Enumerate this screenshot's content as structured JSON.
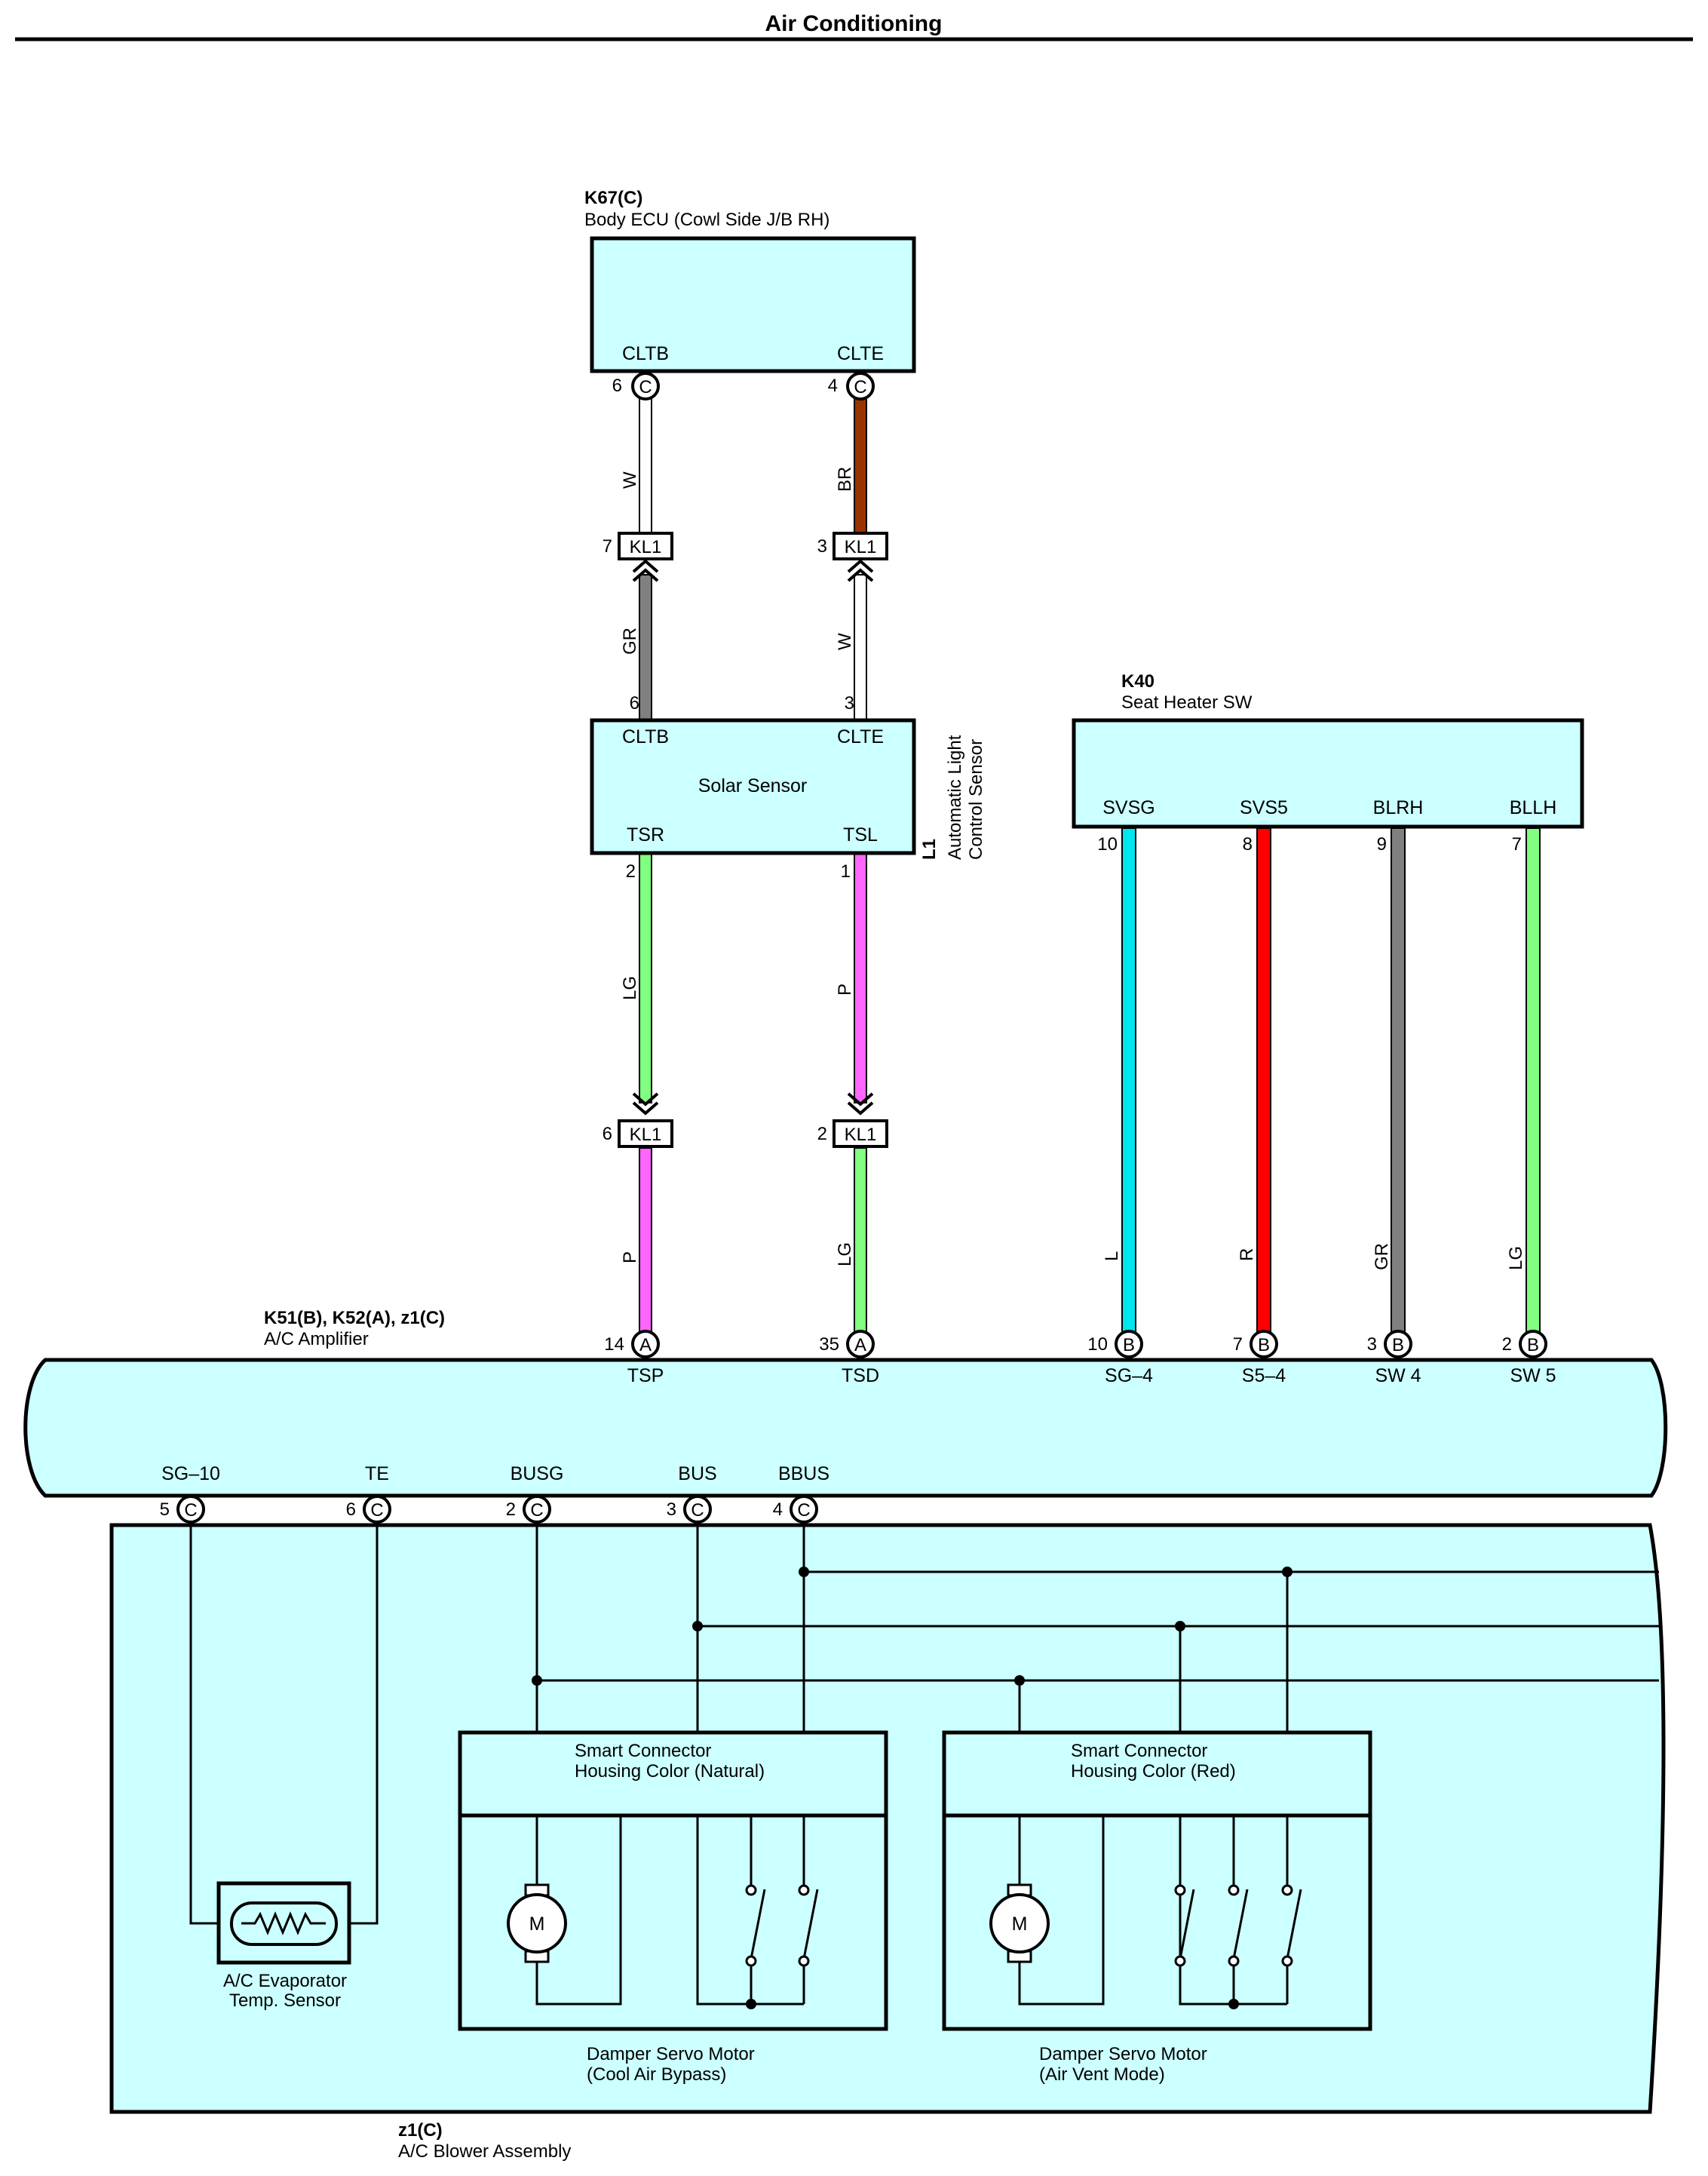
{
  "title": "Air Conditioning",
  "colors": {
    "W": "#ffffff",
    "BR": "#993300",
    "GR": "#808080",
    "LG": "#80ff80",
    "P": "#ff66ff",
    "L": "#00e5ee",
    "R": "#ff0000",
    "box_fill": "#ccffff"
  },
  "body_ecu": {
    "ref": "K67(C)",
    "name": "Body ECU (Cowl Side J/B RH)",
    "terminals": [
      {
        "label": "CLTB",
        "pin": "6",
        "conn": "C"
      },
      {
        "label": "CLTE",
        "pin": "4",
        "conn": "C"
      }
    ]
  },
  "junction": {
    "upper": [
      {
        "pin": "7",
        "label": "KL1"
      },
      {
        "pin": "3",
        "label": "KL1"
      }
    ],
    "lower": [
      {
        "pin": "6",
        "label": "KL1"
      },
      {
        "pin": "2",
        "label": "KL1"
      }
    ]
  },
  "wires": {
    "ecu_to_kl1": [
      "W",
      "BR"
    ],
    "kl1_to_solar": [
      "GR",
      "W"
    ],
    "solar_to_kl1": [
      "LG",
      "P"
    ],
    "kl1_to_amp": [
      "P",
      "LG"
    ],
    "seat_to_amp": [
      "L",
      "R",
      "GR",
      "LG"
    ]
  },
  "solar_sensor": {
    "name": "Solar Sensor",
    "ref": "L1",
    "side_label": [
      "Automatic Light",
      "Control Sensor"
    ],
    "top_terminals": [
      {
        "label": "CLTB",
        "pin": "6"
      },
      {
        "label": "CLTE",
        "pin": "3"
      }
    ],
    "bottom_terminals": [
      {
        "label": "TSR",
        "pin": "2"
      },
      {
        "label": "TSL",
        "pin": "1"
      }
    ]
  },
  "seat_heater": {
    "ref": "K40",
    "name": "Seat Heater SW",
    "terminals": [
      {
        "label": "SVSG",
        "pin": "10"
      },
      {
        "label": "SVS5",
        "pin": "8"
      },
      {
        "label": "BLRH",
        "pin": "9"
      },
      {
        "label": "BLLH",
        "pin": "7"
      }
    ]
  },
  "ac_amplifier": {
    "ref": "K51(B), K52(A), z1(C)",
    "name": "A/C Amplifier",
    "top_terminals": [
      {
        "pin": "14",
        "conn": "A",
        "label": "TSP"
      },
      {
        "pin": "35",
        "conn": "A",
        "label": "TSD"
      },
      {
        "pin": "10",
        "conn": "B",
        "label": "SG–4"
      },
      {
        "pin": "7",
        "conn": "B",
        "label": "S5–4"
      },
      {
        "pin": "3",
        "conn": "B",
        "label": "SW 4"
      },
      {
        "pin": "2",
        "conn": "B",
        "label": "SW 5"
      }
    ],
    "bottom_terminals": [
      {
        "pin": "5",
        "conn": "C",
        "label": "SG–10"
      },
      {
        "pin": "6",
        "conn": "C",
        "label": "TE"
      },
      {
        "pin": "2",
        "conn": "C",
        "label": "BUSG"
      },
      {
        "pin": "3",
        "conn": "C",
        "label": "BUS"
      },
      {
        "pin": "4",
        "conn": "C",
        "label": "BBUS"
      }
    ]
  },
  "blower": {
    "ref": "z1(C)",
    "name": "A/C Blower Assembly",
    "evap_sensor": [
      "A/C Evaporator",
      "Temp.  Sensor"
    ],
    "smart1": [
      "Smart Connector",
      "Housing Color (Natural)"
    ],
    "smart2": [
      "Smart Connector",
      "Housing Color (Red)"
    ],
    "motor1": [
      "Damper Servo Motor",
      "(Cool Air Bypass)"
    ],
    "motor2": [
      "Damper Servo Motor",
      "(Air Vent Mode)"
    ],
    "motor_symbol": "M"
  }
}
